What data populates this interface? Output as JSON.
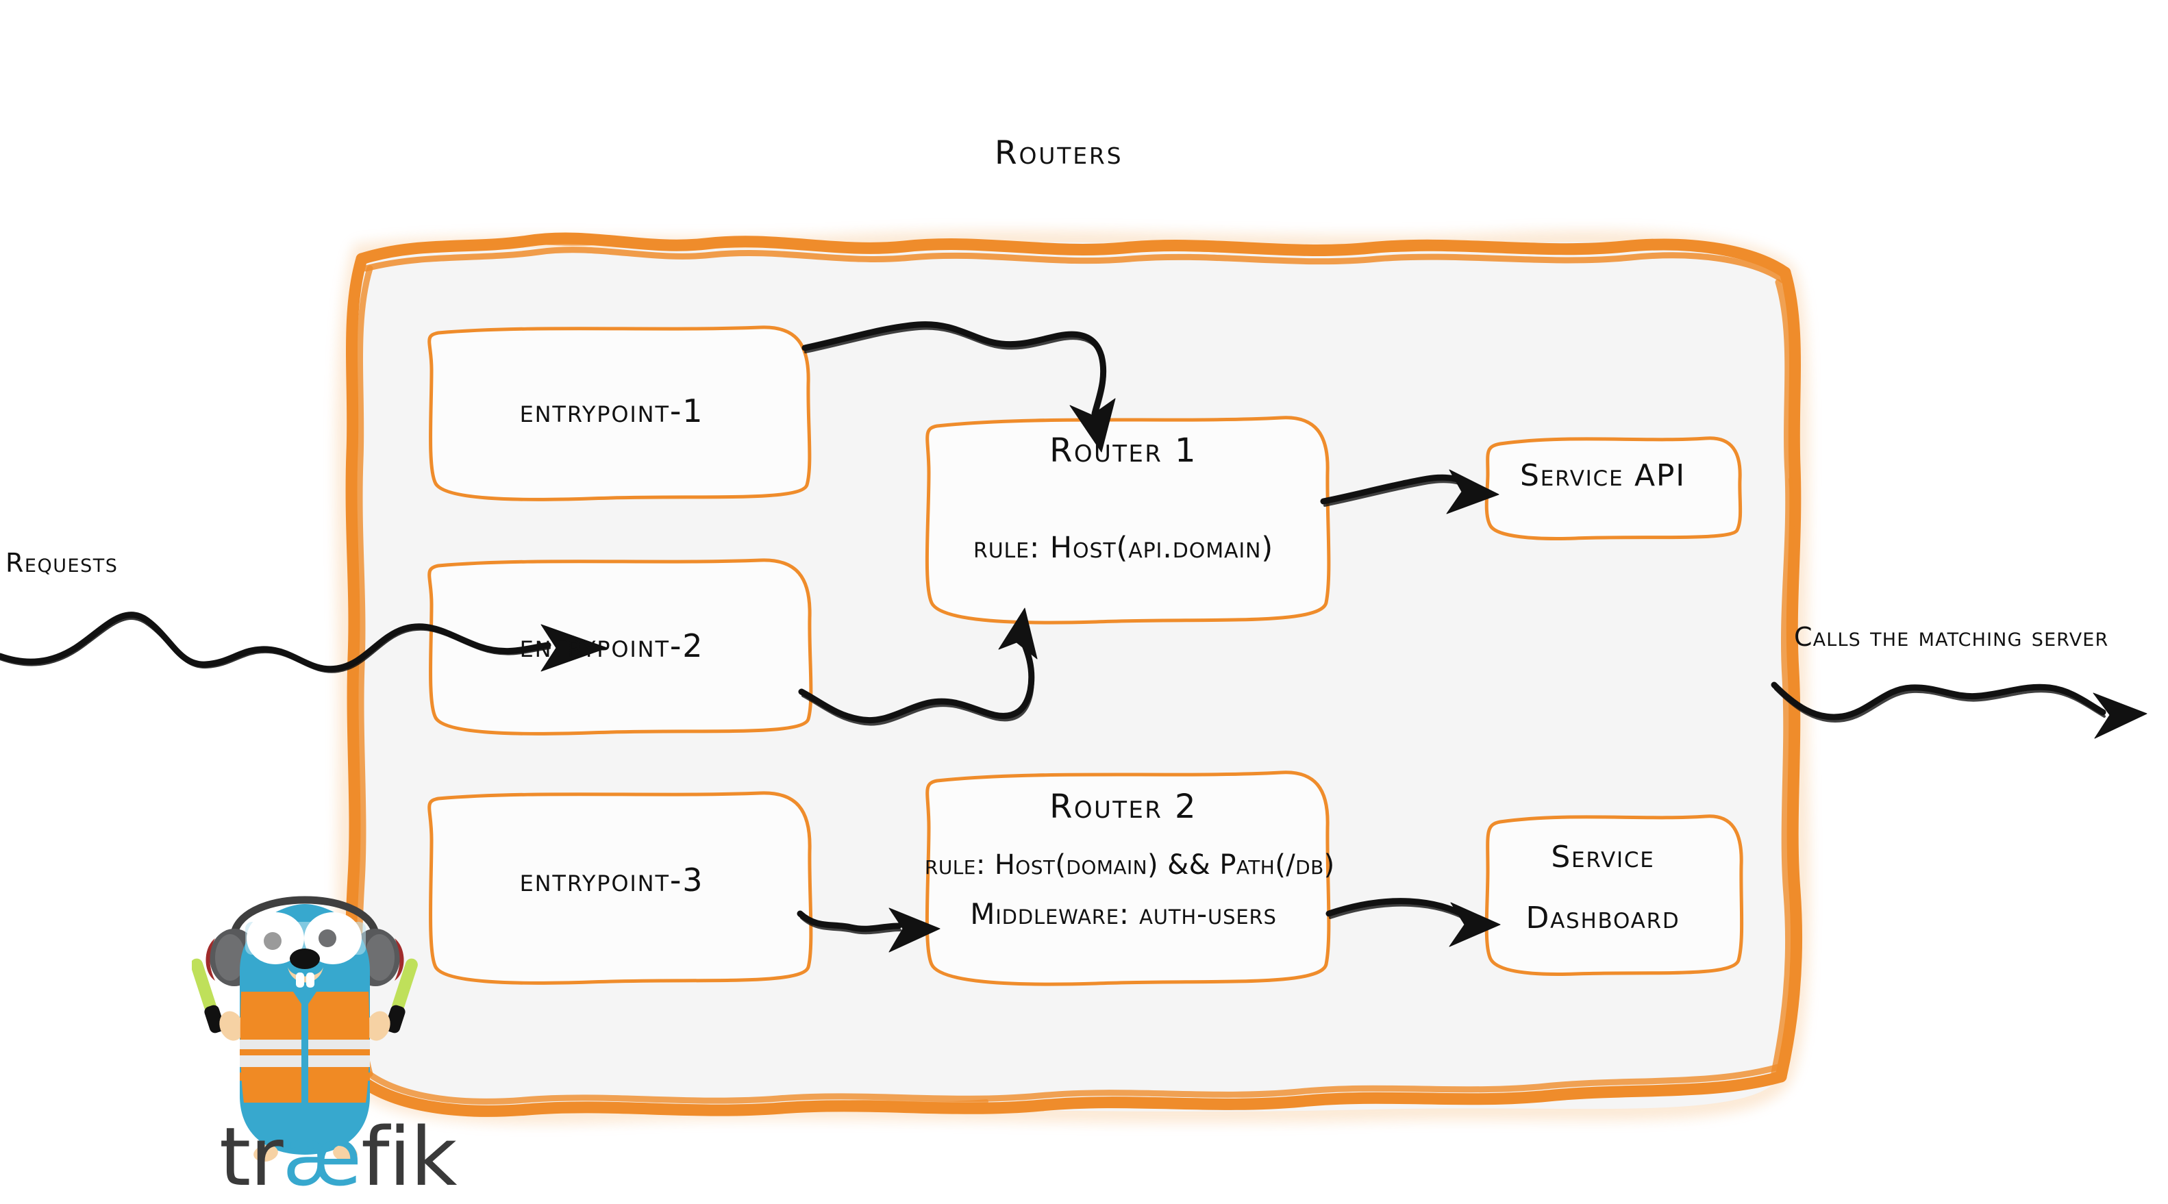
{
  "diagram": {
    "title": "Routers",
    "brand_color": "#EF8C2B",
    "panel_fill": "#F5F5F5",
    "ink_color": "#111111"
  },
  "labels": {
    "requests": "Requests",
    "calls_the_matching_server": "Calls the matching server"
  },
  "entrypoints": [
    {
      "name": "entrypoint-1"
    },
    {
      "name": "entrypoint-2"
    },
    {
      "name": "entrypoint-3"
    }
  ],
  "routers": [
    {
      "title": "Router 1",
      "rule": "rule: Host(api.domain)"
    },
    {
      "title": "Router 2",
      "rule": "rule: Host(domain) && Path(/db)",
      "middleware": "Middleware: auth-users"
    }
  ],
  "services": [
    {
      "line1": "Service API"
    },
    {
      "line1": "Service",
      "line2": "Dashboard"
    }
  ],
  "logo": {
    "wordmark_pre": "tr",
    "wordmark_ae": "æ",
    "wordmark_post": "fik",
    "body_color": "#37A8CE",
    "vest_color": "#F08A24",
    "stripe_color": "#E9EAEA",
    "headphone_color": "#58595B",
    "headphone_accent": "#A02B2B",
    "baton_color": "#BFE05A",
    "paw_color": "#F6D2A4"
  }
}
